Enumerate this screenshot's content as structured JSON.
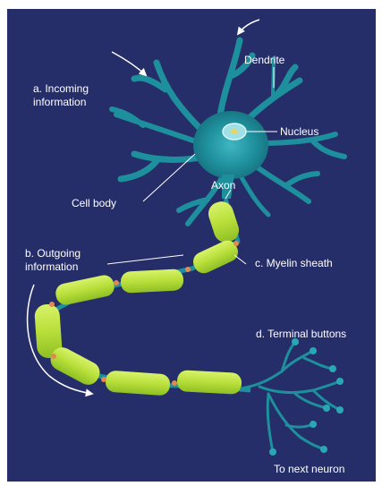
{
  "diagram": {
    "labels": {
      "dendrite": "Dendrite",
      "incoming_1": "a. Incoming",
      "incoming_2": "information",
      "nucleus": "Nucleus",
      "cell_body": "Cell body",
      "axon": "Axon",
      "outgoing_1": "b. Outgoing",
      "outgoing_2": "information",
      "myelin": "c. Myelin sheath",
      "terminal": "d. Terminal buttons",
      "next": "To next neuron"
    },
    "colors": {
      "background": "#262e6a",
      "neuron": "#1e8f9c",
      "myelin": "#b8df3a",
      "node": "#e08a52"
    }
  }
}
